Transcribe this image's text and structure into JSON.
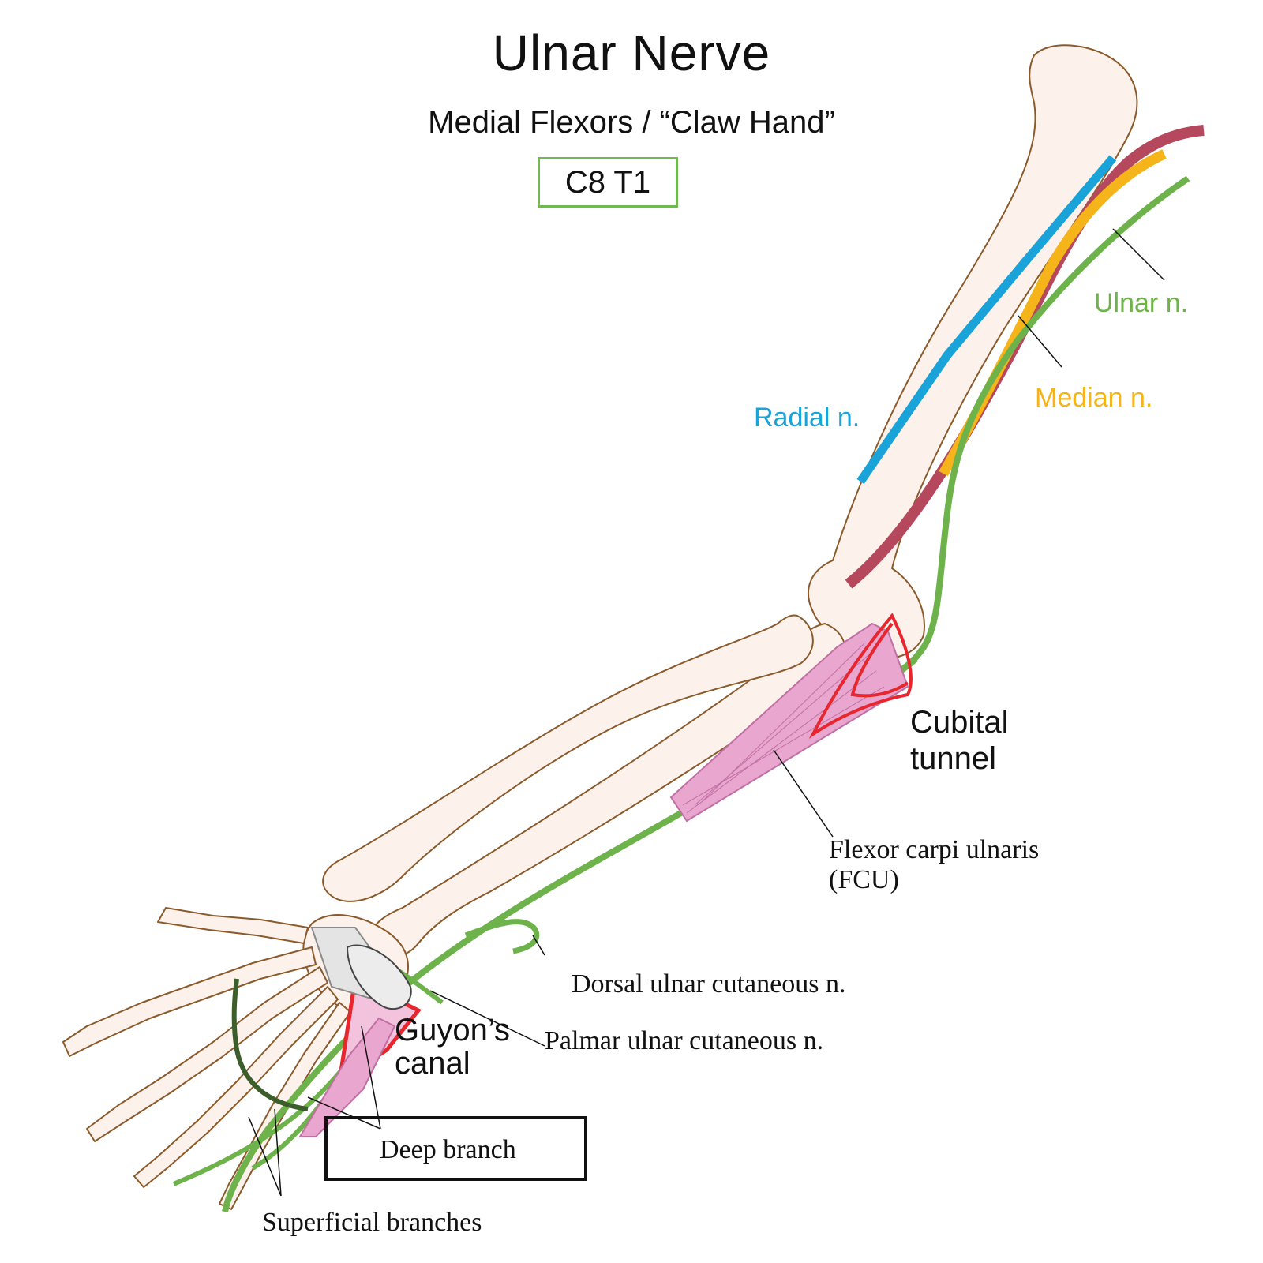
{
  "title": "Ulnar Nerve",
  "subtitle": "Medial Flexors / “Claw Hand”",
  "nerve_roots": "C8  T1",
  "labels": {
    "ulnar_n": "Ulnar n.",
    "median_n": "Median n.",
    "radial_n": "Radial n.",
    "cubital_tunnel": [
      "Cubital",
      "tunnel"
    ],
    "fcu": [
      "Flexor carpi ulnaris",
      "(FCU)"
    ],
    "dorsal_ulnar_cutaneous": "Dorsal ulnar cutaneous n.",
    "guyons_canal": [
      "Guyon’s",
      "canal"
    ],
    "palmar_ulnar_cutaneous": "Palmar ulnar cutaneous n.",
    "deep_branch": "Deep branch",
    "superficial_branches": "Superficial branches"
  },
  "colors": {
    "ulnar_nerve": "#6db24a",
    "ulnar_deep_branch": "#3b5e2b",
    "median_nerve": "#f4b41a",
    "radial_nerve": "#1aa3d9",
    "artery": "#b5485d",
    "bone_fill": "#fdf1ec",
    "bone_outline": "#8a5a2b",
    "muscle": "#e9a6cf",
    "tunnel_outline": "#e8262d",
    "roots_box": "#72b855"
  }
}
